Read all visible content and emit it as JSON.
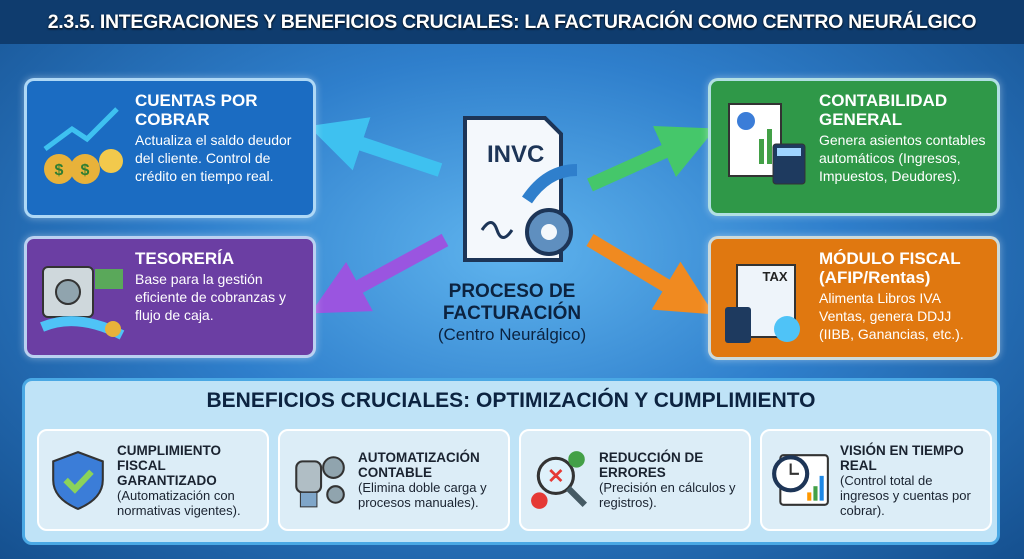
{
  "header": {
    "title": "2.3.5. INTEGRACIONES Y BENEFICIOS CRUCIALES: LA FACTURACIÓN COMO CENTRO NEURÁLGICO"
  },
  "center": {
    "doc_label": "INVC",
    "title_line1": "PROCESO DE",
    "title_line2": "FACTURACIÓN",
    "subtitle": "(Centro Neurálgico)"
  },
  "modules": [
    {
      "title": "CUENTAS POR COBRAR",
      "desc": "Actualiza el saldo deudor del cliente. Control de crédito en tiempo real.",
      "color": "#1b6cc2"
    },
    {
      "title": "TESORERÍA",
      "desc": "Base para la gestión eficiente de cobranzas y flujo de caja.",
      "color": "#6b3ea3"
    },
    {
      "title": "CONTABILIDAD GENERAL",
      "desc": "Genera asientos contables automáticos (Ingresos, Impuestos, Deudores).",
      "color": "#2f9848"
    },
    {
      "title": "MÓDULO FISCAL (AFIP/Rentas)",
      "desc": "Alimenta Libros IVA Ventas, genera DDJJ (IIBB, Ganancias, etc.).",
      "color": "#e07810",
      "icon_label": "TAX"
    }
  ],
  "benefits": {
    "title": "BENEFICIOS CRUCIALES: OPTIMIZACIÓN Y CUMPLIMIENTO",
    "items": [
      {
        "title": "CUMPLIMIENTO FISCAL GARANTIZADO",
        "desc": "(Automatización con normativas vigentes)."
      },
      {
        "title": "AUTOMATIZACIÓN CONTABLE",
        "desc": "(Elimina doble carga y procesos manuales)."
      },
      {
        "title": "REDUCCIÓN DE ERRORES",
        "desc": "(Precisión en cálculos y registros)."
      },
      {
        "title": "VISIÓN EN TIEMPO REAL",
        "desc": "(Control total de ingresos y cuentas por cobrar)."
      }
    ]
  }
}
